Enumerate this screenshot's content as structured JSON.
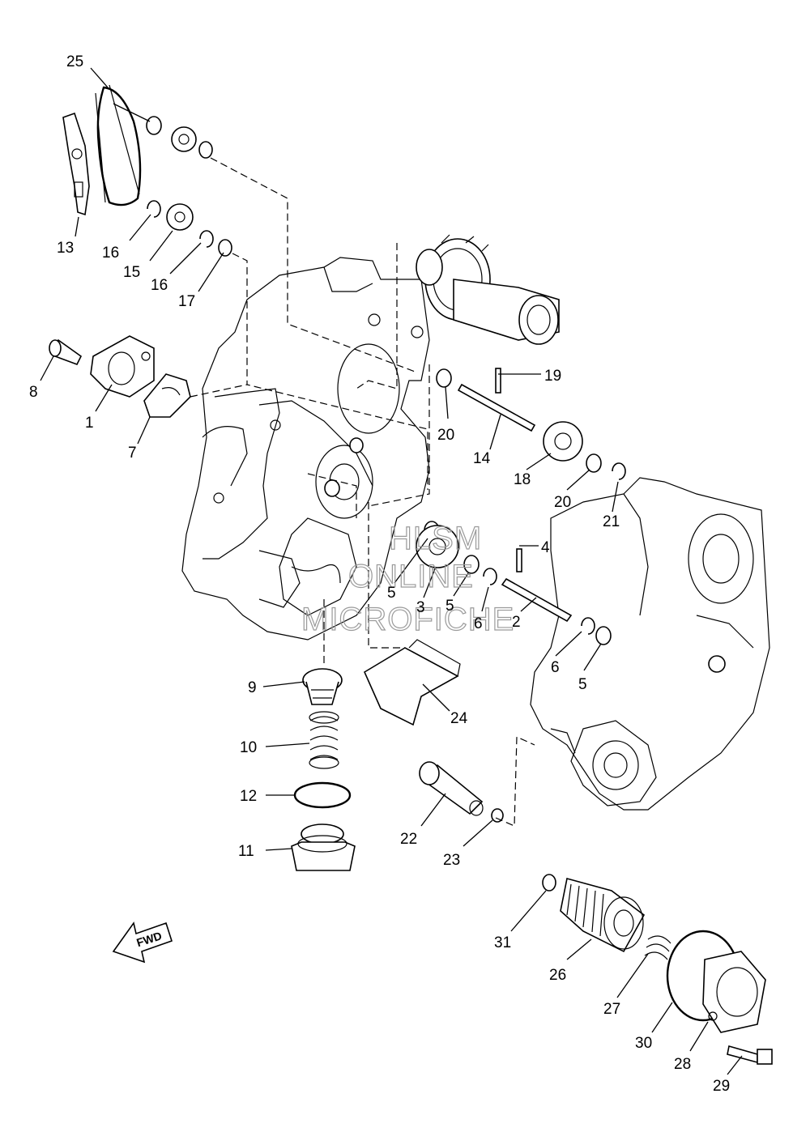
{
  "watermark": {
    "line1": "HLSM",
    "line2": "ONLINE",
    "line3": "MICROFICHE"
  },
  "fwd_label": "FWD",
  "callouts": [
    {
      "id": "c25",
      "label": "25"
    },
    {
      "id": "c13",
      "label": "13"
    },
    {
      "id": "c16a",
      "label": "16"
    },
    {
      "id": "c15",
      "label": "15"
    },
    {
      "id": "c16b",
      "label": "16"
    },
    {
      "id": "c17",
      "label": "17"
    },
    {
      "id": "c8",
      "label": "8"
    },
    {
      "id": "c1",
      "label": "1"
    },
    {
      "id": "c7",
      "label": "7"
    },
    {
      "id": "c19",
      "label": "19"
    },
    {
      "id": "c20a",
      "label": "20"
    },
    {
      "id": "c14",
      "label": "14"
    },
    {
      "id": "c18",
      "label": "18"
    },
    {
      "id": "c20b",
      "label": "20"
    },
    {
      "id": "c21",
      "label": "21"
    },
    {
      "id": "c4",
      "label": "4"
    },
    {
      "id": "c5a",
      "label": "5"
    },
    {
      "id": "c3",
      "label": "3"
    },
    {
      "id": "c5b",
      "label": "5"
    },
    {
      "id": "c6a",
      "label": "6"
    },
    {
      "id": "c2",
      "label": "2"
    },
    {
      "id": "c6b",
      "label": "6"
    },
    {
      "id": "c5c",
      "label": "5"
    },
    {
      "id": "c9",
      "label": "9"
    },
    {
      "id": "c24",
      "label": "24"
    },
    {
      "id": "c10",
      "label": "10"
    },
    {
      "id": "c12",
      "label": "12"
    },
    {
      "id": "c11",
      "label": "11"
    },
    {
      "id": "c22",
      "label": "22"
    },
    {
      "id": "c23",
      "label": "23"
    },
    {
      "id": "c31",
      "label": "31"
    },
    {
      "id": "c26",
      "label": "26"
    },
    {
      "id": "c27",
      "label": "27"
    },
    {
      "id": "c30",
      "label": "30"
    },
    {
      "id": "c28",
      "label": "28"
    },
    {
      "id": "c29",
      "label": "29"
    }
  ]
}
